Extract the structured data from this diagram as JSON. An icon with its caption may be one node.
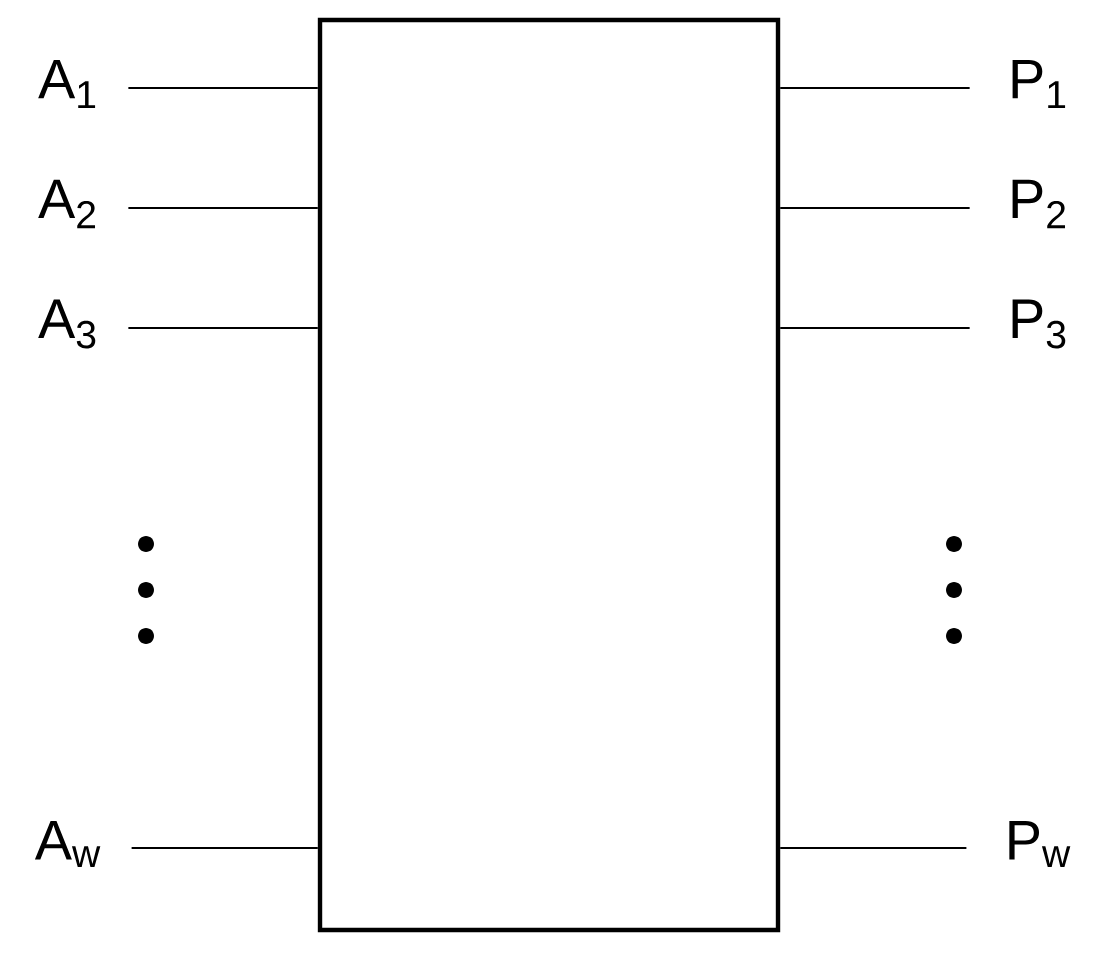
{
  "diagram": {
    "nodes": [
      {
        "text": [],
        "shape": "box"
      },
      {
        "text": [
          "A$_{1}$"
        ]
      },
      {
        "text": [
          "A$_{2}$"
        ]
      },
      {
        "text": [
          "A$_{3}$"
        ]
      },
      {
        "text": [
          "A$_{w}$"
        ]
      },
      {
        "text": [
          "P$_{1}$"
        ]
      },
      {
        "text": [
          "P$_{2}$"
        ]
      },
      {
        "text": [
          "P$_{3}$"
        ]
      },
      {
        "text": [
          "P$_{w}$"
        ]
      }
    ],
    "edges": [
      {
        "from": 1,
        "to": 0,
        "arrow": "none"
      },
      {
        "from": 2,
        "to": 0,
        "arrow": "none"
      },
      {
        "from": 3,
        "to": 0,
        "arrow": "none"
      },
      {
        "from": 4,
        "to": 0,
        "arrow": "none"
      },
      {
        "from": 0,
        "to": 5,
        "arrow": "none"
      },
      {
        "from": 0,
        "to": 6,
        "arrow": "none"
      },
      {
        "from": 0,
        "to": 7,
        "arrow": "none"
      },
      {
        "from": 0,
        "to": 8,
        "arrow": "none"
      }
    ]
  }
}
